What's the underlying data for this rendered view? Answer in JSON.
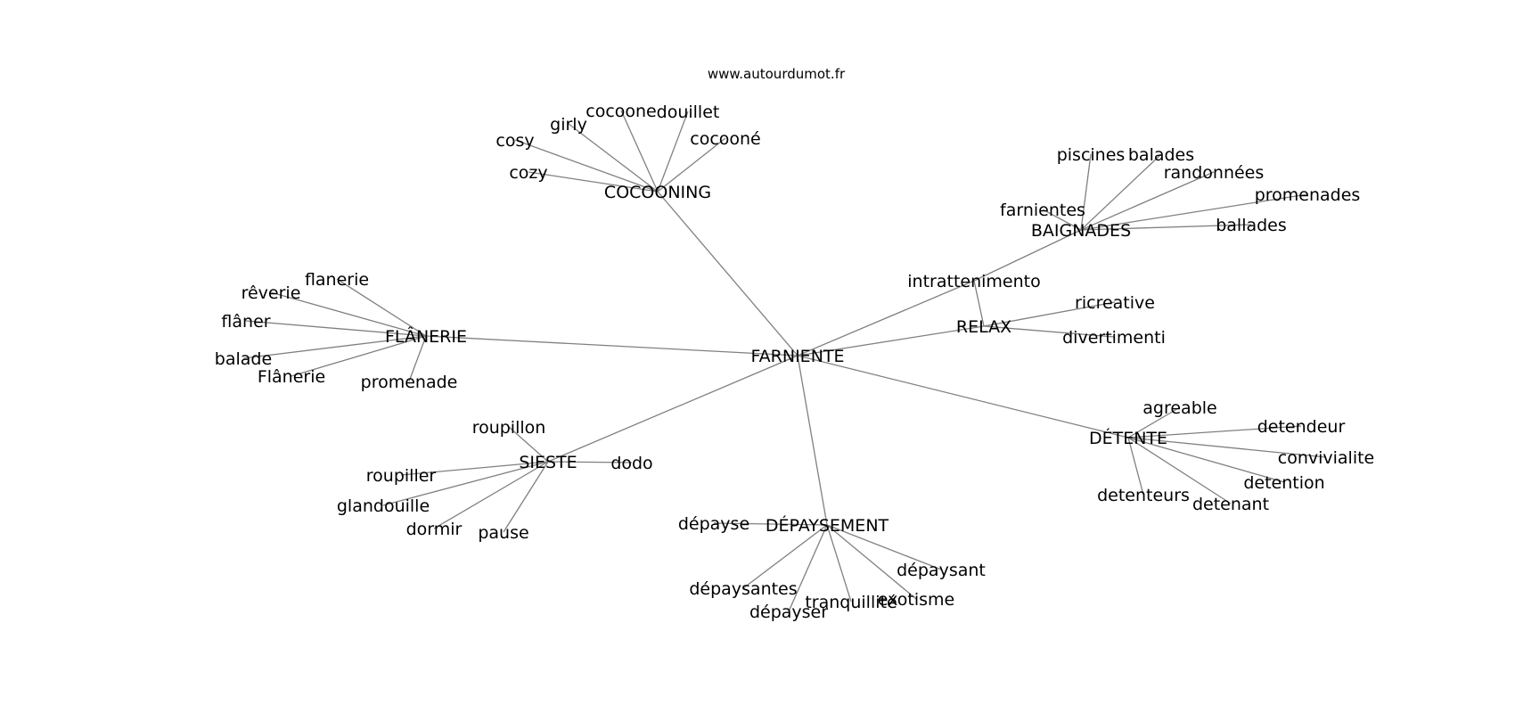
{
  "source_label": "www.autourdumot.fr",
  "graph": {
    "nodes": [
      {
        "id": "farniente",
        "label": "FARNIENTE"
      },
      {
        "id": "cocooning",
        "label": "COCOONING"
      },
      {
        "id": "cocoone",
        "label": "cocoone"
      },
      {
        "id": "douillet",
        "label": "douillet"
      },
      {
        "id": "girly",
        "label": "girly"
      },
      {
        "id": "cocoone2",
        "label": "cocooné"
      },
      {
        "id": "cosy",
        "label": "cosy"
      },
      {
        "id": "cozy",
        "label": "cozy"
      },
      {
        "id": "baignades",
        "label": "BAIGNADES"
      },
      {
        "id": "piscines",
        "label": "piscines"
      },
      {
        "id": "balades",
        "label": "balades"
      },
      {
        "id": "randonnees",
        "label": "randonnées"
      },
      {
        "id": "promenades",
        "label": "promenades"
      },
      {
        "id": "farnientes",
        "label": "farnientes"
      },
      {
        "id": "ballades",
        "label": "ballades"
      },
      {
        "id": "intrattenimento",
        "label": "intrattenimento"
      },
      {
        "id": "relax",
        "label": "RELAX"
      },
      {
        "id": "ricreative",
        "label": "ricreative"
      },
      {
        "id": "divertimenti",
        "label": "divertimenti"
      },
      {
        "id": "flanerie",
        "label": "FLÂNERIE"
      },
      {
        "id": "flanerie_lc",
        "label": "flanerie"
      },
      {
        "id": "reverie",
        "label": "rêverie"
      },
      {
        "id": "flaner",
        "label": "flâner"
      },
      {
        "id": "balade",
        "label": "balade"
      },
      {
        "id": "flanerie_cap",
        "label": "Flânerie"
      },
      {
        "id": "promenade",
        "label": "promenade"
      },
      {
        "id": "detente",
        "label": "DÉTENTE"
      },
      {
        "id": "agreable",
        "label": "agreable"
      },
      {
        "id": "detendeur",
        "label": "detendeur"
      },
      {
        "id": "convivialite",
        "label": "convivialite"
      },
      {
        "id": "detention",
        "label": "detention"
      },
      {
        "id": "detenteurs",
        "label": "detenteurs"
      },
      {
        "id": "detenant",
        "label": "detenant"
      },
      {
        "id": "sieste",
        "label": "SIESTE"
      },
      {
        "id": "roupillon",
        "label": "roupillon"
      },
      {
        "id": "dodo",
        "label": "dodo"
      },
      {
        "id": "roupiller",
        "label": "roupiller"
      },
      {
        "id": "glandouille",
        "label": "glandouille"
      },
      {
        "id": "dormir",
        "label": "dormir"
      },
      {
        "id": "pause",
        "label": "pause"
      },
      {
        "id": "depaysement",
        "label": "DÉPAYSEMENT"
      },
      {
        "id": "depayse",
        "label": "dépayse"
      },
      {
        "id": "depaysant",
        "label": "dépaysant"
      },
      {
        "id": "depaysantes",
        "label": "dépaysantes"
      },
      {
        "id": "tranquillite",
        "label": "tranquillité"
      },
      {
        "id": "exotisme",
        "label": "exotisme"
      },
      {
        "id": "depayser",
        "label": "dépayser"
      }
    ],
    "edges": [
      [
        "farniente",
        "cocooning"
      ],
      [
        "farniente",
        "flanerie"
      ],
      [
        "farniente",
        "intrattenimento"
      ],
      [
        "farniente",
        "relax"
      ],
      [
        "farniente",
        "detente"
      ],
      [
        "farniente",
        "sieste"
      ],
      [
        "farniente",
        "depaysement"
      ],
      [
        "cocooning",
        "cocoone"
      ],
      [
        "cocooning",
        "douillet"
      ],
      [
        "cocooning",
        "girly"
      ],
      [
        "cocooning",
        "cocoone2"
      ],
      [
        "cocooning",
        "cosy"
      ],
      [
        "cocooning",
        "cozy"
      ],
      [
        "intrattenimento",
        "baignades"
      ],
      [
        "intrattenimento",
        "relax"
      ],
      [
        "baignades",
        "piscines"
      ],
      [
        "baignades",
        "balades"
      ],
      [
        "baignades",
        "randonnees"
      ],
      [
        "baignades",
        "promenades"
      ],
      [
        "baignades",
        "farnientes"
      ],
      [
        "baignades",
        "ballades"
      ],
      [
        "relax",
        "ricreative"
      ],
      [
        "relax",
        "divertimenti"
      ],
      [
        "flanerie",
        "flanerie_lc"
      ],
      [
        "flanerie",
        "reverie"
      ],
      [
        "flanerie",
        "flaner"
      ],
      [
        "flanerie",
        "balade"
      ],
      [
        "flanerie",
        "flanerie_cap"
      ],
      [
        "flanerie",
        "promenade"
      ],
      [
        "detente",
        "agreable"
      ],
      [
        "detente",
        "detendeur"
      ],
      [
        "detente",
        "convivialite"
      ],
      [
        "detente",
        "detention"
      ],
      [
        "detente",
        "detenteurs"
      ],
      [
        "detente",
        "detenant"
      ],
      [
        "sieste",
        "roupillon"
      ],
      [
        "sieste",
        "dodo"
      ],
      [
        "sieste",
        "roupiller"
      ],
      [
        "sieste",
        "glandouille"
      ],
      [
        "sieste",
        "dormir"
      ],
      [
        "sieste",
        "pause"
      ],
      [
        "depaysement",
        "depayse"
      ],
      [
        "depaysement",
        "depaysant"
      ],
      [
        "depaysement",
        "depaysantes"
      ],
      [
        "depaysement",
        "tranquillite"
      ],
      [
        "depaysement",
        "exotisme"
      ],
      [
        "depaysement",
        "depayser"
      ]
    ]
  }
}
